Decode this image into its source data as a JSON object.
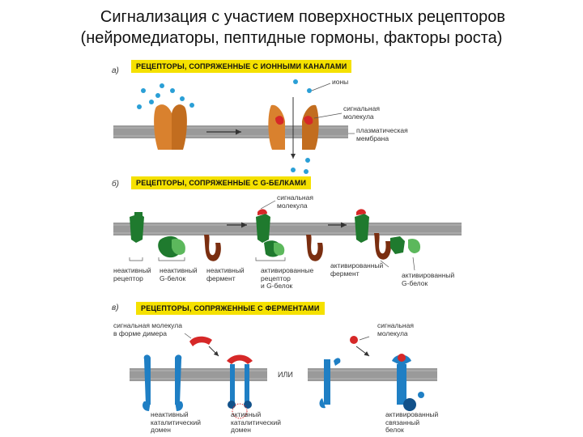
{
  "title": {
    "line1": "Сигнализация с участием поверхностных рецепторов",
    "line2": "(нейромедиаторы, пептидные гормоны, факторы роста)"
  },
  "panel_a": {
    "letter": "а)",
    "banner": "РЕЦЕПТОРЫ, СОПРЯЖЕННЫЕ С ИОННЫМИ КАНАЛАМИ",
    "label_ions": "ионы",
    "label_signal": [
      "сигнальная",
      "молекула"
    ],
    "label_membrane": [
      "плазматическая",
      "мембрана"
    ]
  },
  "panel_b": {
    "letter": "б)",
    "banner": "РЕЦЕПТОРЫ, СОПРЯЖЕННЫЕ С G-БЕЛКАМИ",
    "label_signal": [
      "сигнальная",
      "молекула"
    ],
    "label_inactive_receptor": [
      "неактивный",
      "рецептор"
    ],
    "label_inactive_gprotein": [
      "неактивный",
      "G-белок"
    ],
    "label_inactive_enzyme": [
      "неактивный",
      "фермент"
    ],
    "label_active_receptor_g": [
      "активированные",
      "рецептор",
      "и G-белок"
    ],
    "label_active_enzyme": [
      "активированный",
      "фермент"
    ],
    "label_active_gprotein": [
      "активированный",
      "G-белок"
    ]
  },
  "panel_c": {
    "letter": "в)",
    "banner": "РЕЦЕПТОРЫ, СОПРЯЖЕННЫЕ С ФЕРМЕНТАМИ",
    "label_signal_dimer": [
      "сигнальная молекула",
      "в форме димера"
    ],
    "label_signal": [
      "сигнальная",
      "молекула"
    ],
    "label_or": "ИЛИ",
    "label_inactive_domain": [
      "неактивный",
      "каталитический",
      "домен"
    ],
    "label_active_domain": [
      "активный",
      "каталитический",
      "домен"
    ],
    "label_active_bound": [
      "активированный",
      "связанный",
      "белок"
    ]
  },
  "colors": {
    "membrane": "#9a9a9a",
    "banner": "#f5e100",
    "ion": "#2a9fd6",
    "channel": "#d9812e",
    "signal": "#d62828",
    "receptor_green": "#1f7a2e",
    "gprotein_green": "#5cb85c",
    "enzyme_brown": "#7a2e10",
    "rtk_blue": "#1f7fc4",
    "rtk_dark": "#12518a"
  }
}
